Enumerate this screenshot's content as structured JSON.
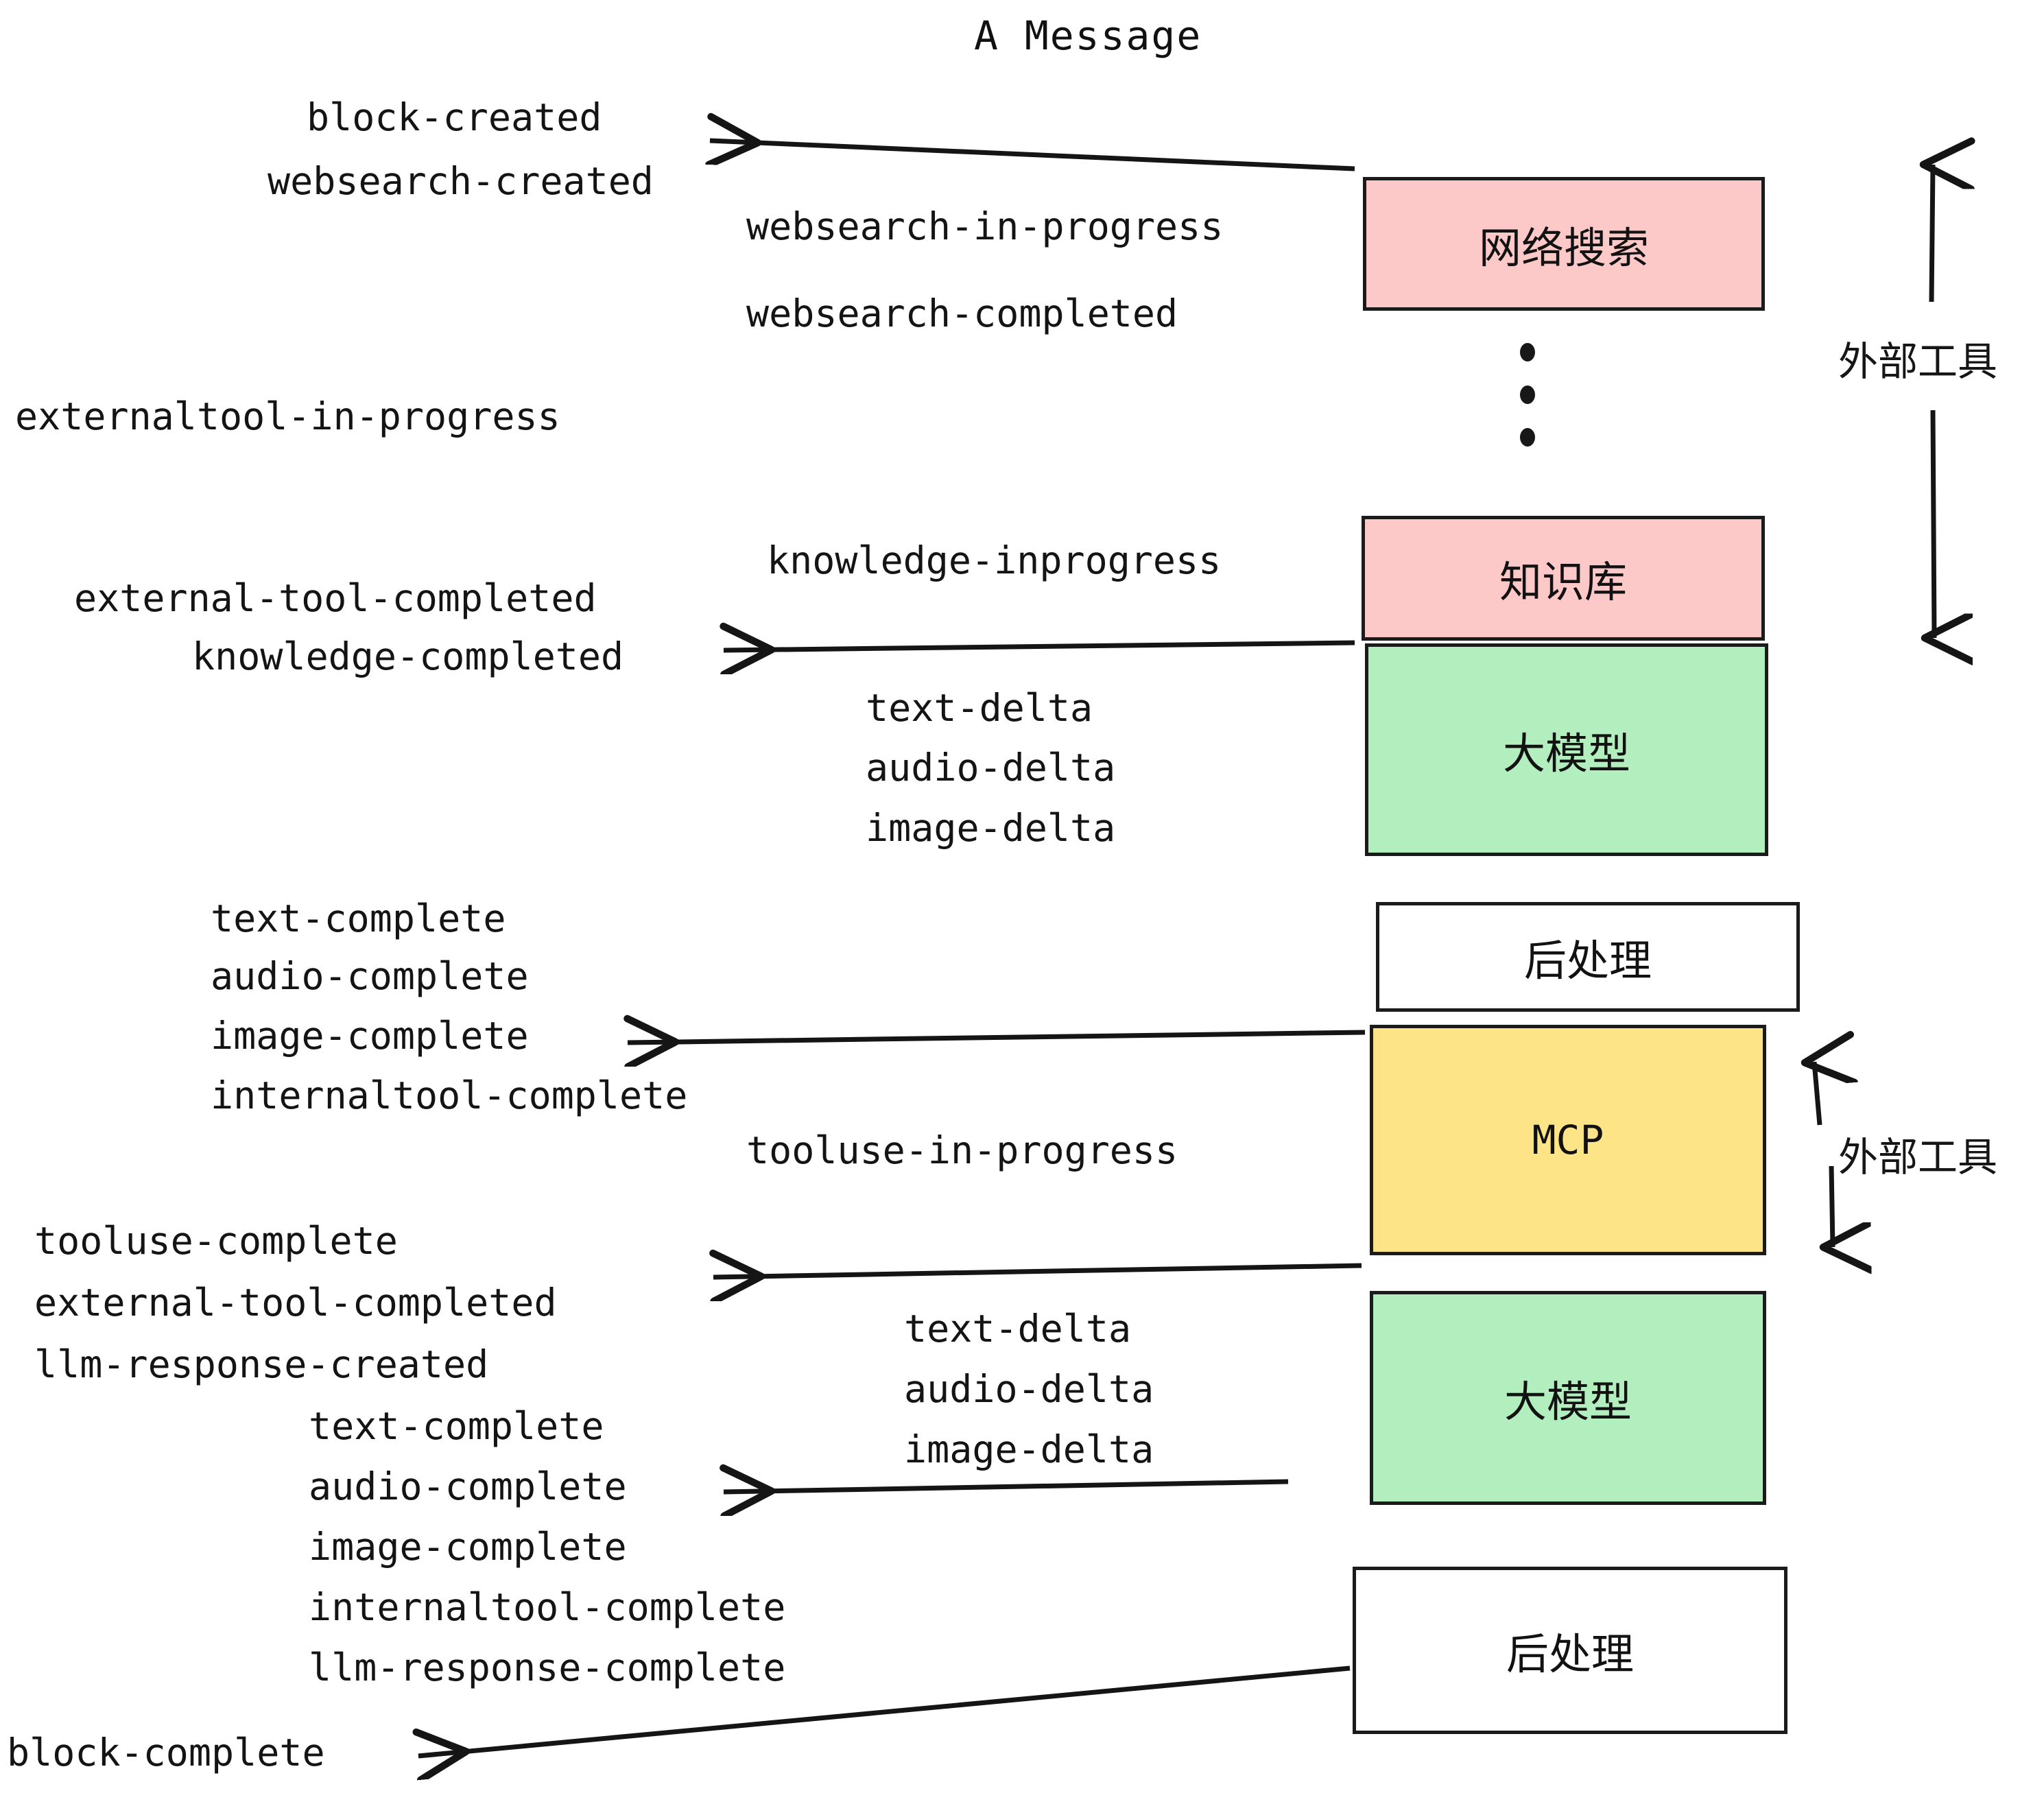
{
  "title": "A Message",
  "events": [
    {
      "key": "block_created",
      "text": "block-created"
    },
    {
      "key": "websearch_created",
      "text": "websearch-created"
    },
    {
      "key": "websearch_in_progress",
      "text": "websearch-in-progress"
    },
    {
      "key": "websearch_completed",
      "text": "websearch-completed"
    },
    {
      "key": "externaltool_in_progress",
      "text": "externaltool-in-progress"
    },
    {
      "key": "knowledge_inprogress",
      "text": "knowledge-inprogress"
    },
    {
      "key": "external_tool_completed_1",
      "text": "external-tool-completed"
    },
    {
      "key": "knowledge_completed",
      "text": "knowledge-completed"
    },
    {
      "key": "text_delta_1",
      "text": "text-delta"
    },
    {
      "key": "audio_delta_1",
      "text": "audio-delta"
    },
    {
      "key": "image_delta_1",
      "text": "image-delta"
    },
    {
      "key": "text_complete_1",
      "text": "text-complete"
    },
    {
      "key": "audio_complete_1",
      "text": "audio-complete"
    },
    {
      "key": "image_complete_1",
      "text": "image-complete"
    },
    {
      "key": "internaltool_complete_1",
      "text": "internaltool-complete"
    },
    {
      "key": "tooluse_in_progress",
      "text": "tooluse-in-progress"
    },
    {
      "key": "tooluse_complete",
      "text": "tooluse-complete"
    },
    {
      "key": "external_tool_completed_2",
      "text": "external-tool-completed"
    },
    {
      "key": "llm_response_created",
      "text": "llm-response-created"
    },
    {
      "key": "text_delta_2",
      "text": "text-delta"
    },
    {
      "key": "audio_delta_2",
      "text": "audio-delta"
    },
    {
      "key": "image_delta_2",
      "text": "image-delta"
    },
    {
      "key": "text_complete_2",
      "text": "text-complete"
    },
    {
      "key": "audio_complete_2",
      "text": "audio-complete"
    },
    {
      "key": "image_complete_2",
      "text": "image-complete"
    },
    {
      "key": "internaltool_complete_2",
      "text": "internaltool-complete"
    },
    {
      "key": "llm_response_complete",
      "text": "llm-response-complete"
    },
    {
      "key": "block_complete",
      "text": "block-complete"
    }
  ],
  "nodes": [
    {
      "key": "websearch",
      "label": "网络搜索",
      "color": "#fcc8c8"
    },
    {
      "key": "knowledge",
      "label": "知识库",
      "color": "#fcc8c8"
    },
    {
      "key": "llm_1",
      "label": "大模型",
      "color": "#b3efbe"
    },
    {
      "key": "postprocess_1",
      "label": "后处理",
      "color": "#ffffff"
    },
    {
      "key": "mcp",
      "label": "MCP",
      "color": "#fce487"
    },
    {
      "key": "llm_2",
      "label": "大模型",
      "color": "#b3efbe"
    },
    {
      "key": "postprocess_2",
      "label": "后处理",
      "color": "#ffffff"
    }
  ],
  "group_labels": [
    {
      "key": "external_tools_top",
      "text": "外部工具"
    },
    {
      "key": "external_tools_bottom",
      "text": "外部工具"
    }
  ],
  "ellipsis": "⋮",
  "palette": {
    "pink": "#fcc8c8",
    "green": "#b3efbe",
    "yellow": "#fce487",
    "white": "#ffffff",
    "stroke": "#1b1b1b",
    "text": "#141414",
    "background": "#ffffff"
  }
}
